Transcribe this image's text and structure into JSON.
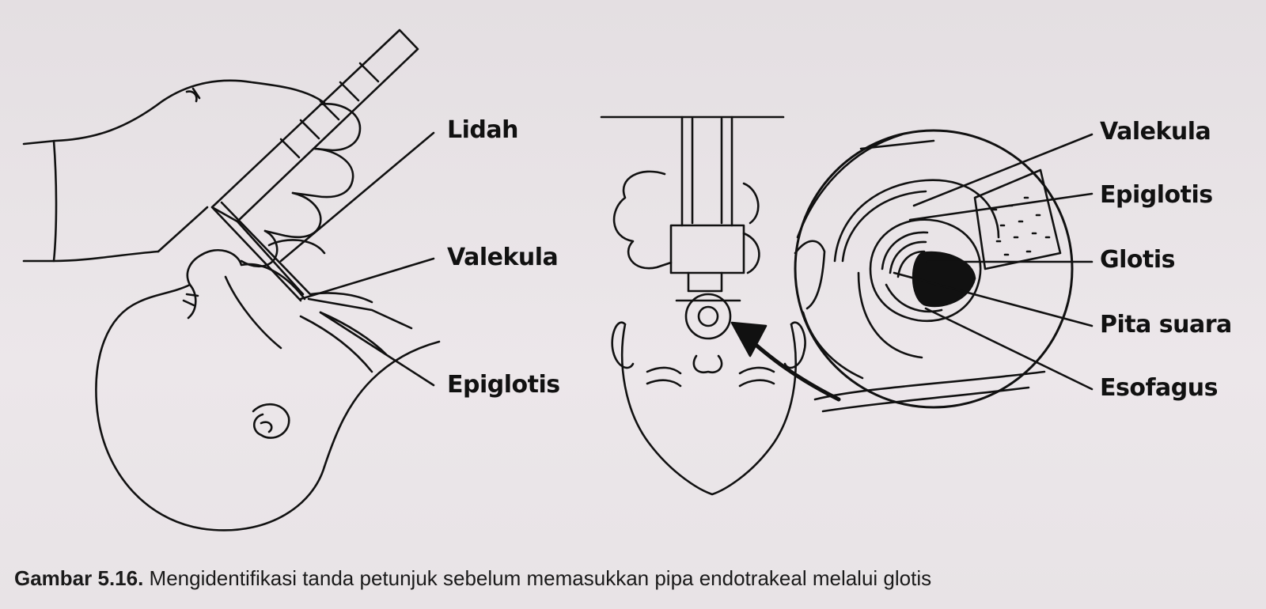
{
  "figure1": {
    "labels": {
      "lidah": "Lidah",
      "valekula": "Valekula",
      "epiglotis": "Epiglotis"
    }
  },
  "figure2": {
    "labels": {
      "valekula": "Valekula",
      "epiglotis": "Epiglotis",
      "glotis": "Glotis",
      "pita_suara": "Pita suara",
      "esofagus": "Esofagus"
    }
  },
  "caption": {
    "number": "Gambar 5.16.",
    "text": " Mengidentifikasi tanda petunjuk sebelum memasukkan  pipa endotrakeal melalui glotis"
  },
  "colors": {
    "ink": "#111111",
    "paper": "#e8e3e6"
  }
}
